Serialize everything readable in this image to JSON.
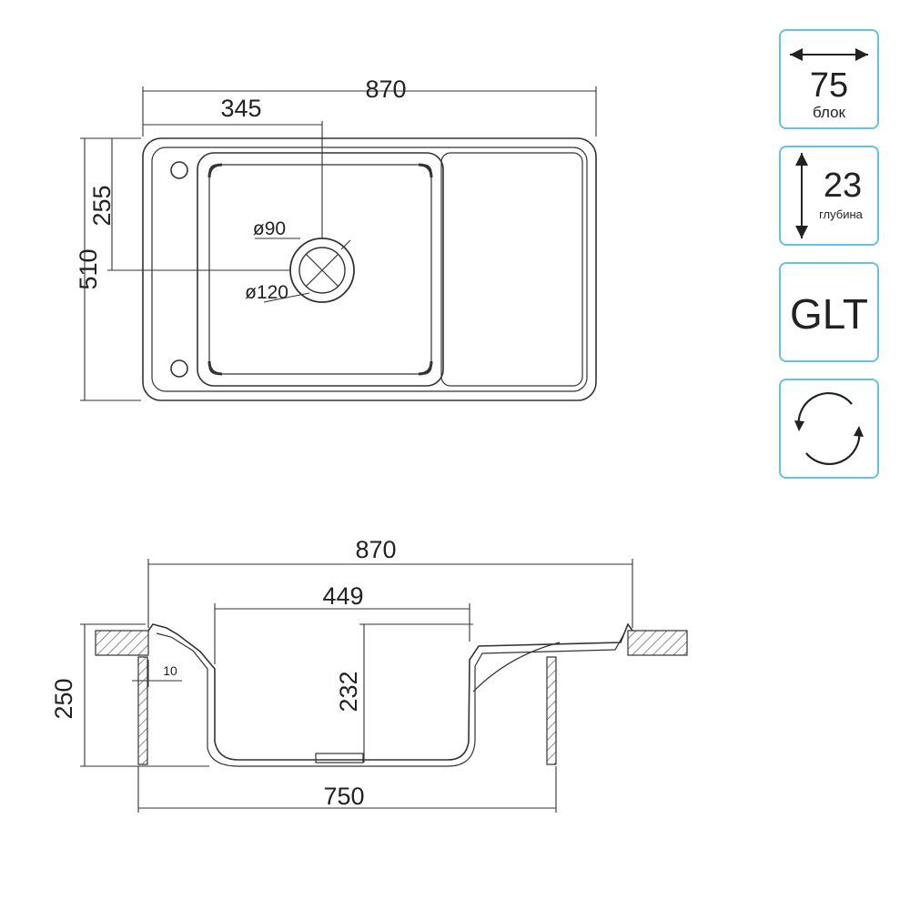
{
  "top_view": {
    "width_label": "870",
    "drain_offset_label": "345",
    "depth_label": "510",
    "drain_center_label": "255",
    "drain_diameter_label": "ø90",
    "outlet_diameter_label": "ø120"
  },
  "side_view": {
    "width_label": "870",
    "bowl_width_label": "449",
    "bowl_depth_label": "232",
    "total_height_label": "250",
    "cabinet_width_label": "750",
    "rim_label": "10"
  },
  "badges": {
    "cabinet": {
      "value": "75",
      "caption": "блок",
      "icon": "horizontal-arrow-icon"
    },
    "depth": {
      "value": "23",
      "caption": "глубина",
      "icon": "vertical-arrow-icon"
    },
    "material": {
      "value": "GLT"
    },
    "reversible": {
      "icon": "reversible-arrows-icon"
    }
  },
  "colors": {
    "badge_border": "#5fc6de",
    "line": "#222222"
  }
}
